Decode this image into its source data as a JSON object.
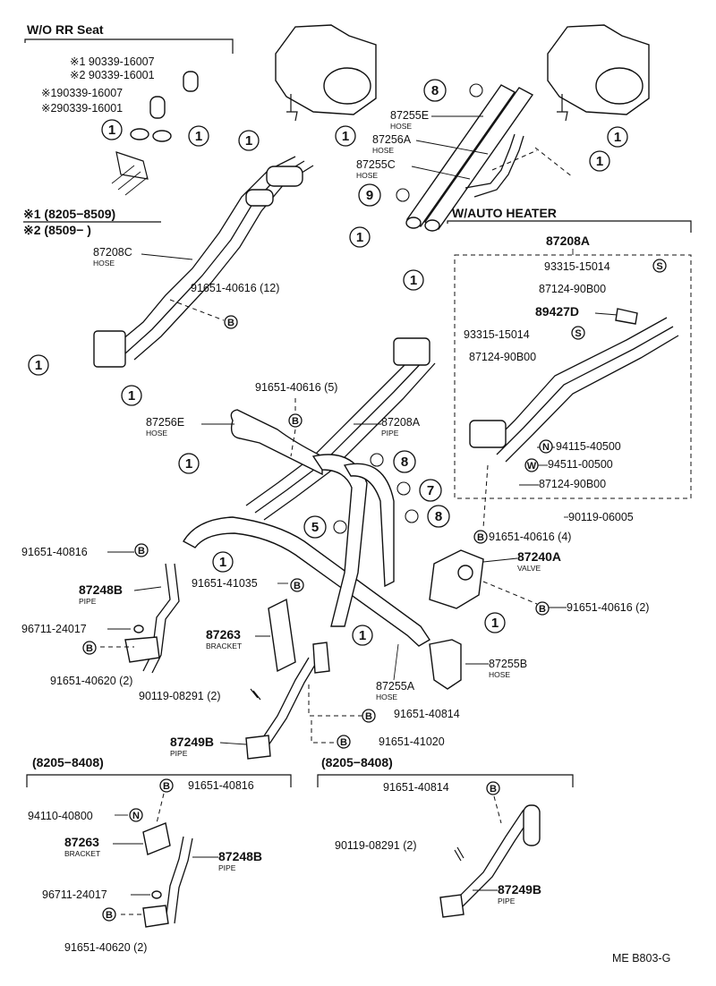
{
  "section_top_left": {
    "title": "W/O RR Seat"
  },
  "parts_top_left": {
    "a1": "※1 90339-16007",
    "a2": "※2 90339-16001",
    "b1": "※190339-16007",
    "b2": "※290339-16001"
  },
  "date_notes": {
    "n1": "※1  (8205−8509)",
    "n2": "※2  (8509−        )"
  },
  "auto_heater": {
    "title": "W/AUTO HEATER",
    "assembly": "87208A"
  },
  "labels": {
    "p87208C": "87208C",
    "p87208C_sub": "HOSE",
    "p91651_40616_12": "91651-40616 (12)",
    "p87255E": "87255E",
    "p87255E_sub": "HOSE",
    "p87256A": "87256A",
    "p87256A_sub": "HOSE",
    "p87255C": "87255C",
    "p87255C_sub": "HOSE",
    "p93315_a": "93315-15014",
    "p87124_a": "87124-90B00",
    "p89427D": "89427D",
    "p93315_b": "93315-15014",
    "p87124_b": "87124-90B00",
    "p91651_40616_5": "91651-40616 (5)",
    "p87256E": "87256E",
    "p87256E_sub": "HOSE",
    "p87208A": "87208A",
    "p87208A_sub": "PIPE",
    "p94115": "94115-40500",
    "p94511": "94511-00500",
    "p87124_c": "87124-90B00",
    "p90119_06005": "90119-06005",
    "p91651_40616_4": "91651-40616 (4)",
    "p91651_40816": "91651-40816",
    "p87240A": "87240A",
    "p87240A_sub": "VALVE",
    "p87248B": "87248B",
    "p87248B_sub": "PIPE",
    "p91651_41035": "91651-41035",
    "p91651_40616_2": "91651-40616 (2)",
    "p96711": "96711-24017",
    "p87263": "87263",
    "p87263_sub": "BRACKET",
    "p91651_40620": "91651-40620 (2)",
    "p90119_08291": "90119-08291 (2)",
    "p87255B": "87255B",
    "p87255B_sub": "HOSE",
    "p87255A": "87255A",
    "p87255A_sub": "HOSE",
    "p91651_40814": "91651-40814",
    "p87249B": "87249B",
    "p87249B_sub": "PIPE",
    "p91651_41020": "91651-41020"
  },
  "bottom_left": {
    "date": "(8205−8408)",
    "p91651_40816": "91651-40816",
    "p94110": "94110-40800",
    "p87263": "87263",
    "p87263_sub": "BRACKET",
    "p87248B": "87248B",
    "p87248B_sub": "PIPE",
    "p96711": "96711-24017",
    "p91651_40620": "91651-40620 (2)"
  },
  "bottom_right": {
    "date": "(8205−8408)",
    "p91651_40814": "91651-40814",
    "p90119": "90119-08291 (2)",
    "p87249B": "87249B",
    "p87249B_sub": "PIPE"
  },
  "markers": {
    "one": "1",
    "five": "5",
    "seven": "7",
    "eight": "8",
    "nine": "9",
    "B": "B",
    "S": "S",
    "N": "N",
    "W": "W"
  },
  "footer_code": "ME B803-G"
}
